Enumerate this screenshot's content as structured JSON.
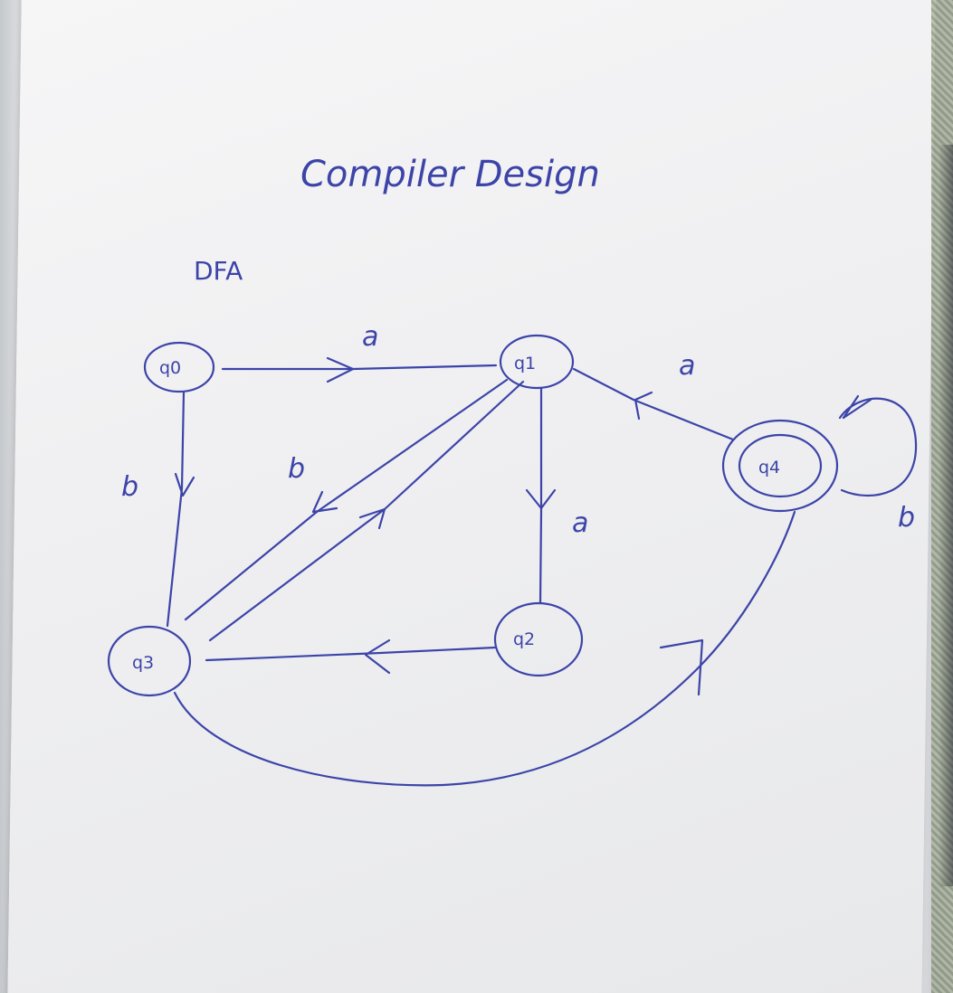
{
  "title": "Compiler Design",
  "heading": "DFA",
  "diagram": {
    "states": [
      {
        "id": "q0",
        "label": "q0",
        "start": true,
        "accepting": false
      },
      {
        "id": "q1",
        "label": "q1",
        "start": false,
        "accepting": false
      },
      {
        "id": "q2",
        "label": "q2",
        "start": false,
        "accepting": false
      },
      {
        "id": "q3",
        "label": "q3",
        "start": false,
        "accepting": false
      },
      {
        "id": "q4",
        "label": "q4",
        "start": false,
        "accepting": true
      }
    ],
    "transitions": [
      {
        "from": "q0",
        "to": "q1",
        "symbol": "a"
      },
      {
        "from": "q0",
        "to": "q3",
        "symbol": "b"
      },
      {
        "from": "q1",
        "to": "q3",
        "symbol": "b"
      },
      {
        "from": "q3",
        "to": "q1",
        "symbol": ""
      },
      {
        "from": "q1",
        "to": "q2",
        "symbol": "a"
      },
      {
        "from": "q4",
        "to": "q1",
        "symbol": "a"
      },
      {
        "from": "q4",
        "to": "q4",
        "symbol": "b"
      },
      {
        "from": "q2",
        "to": "q3",
        "symbol": ""
      },
      {
        "from": "q3",
        "to": "q4",
        "symbol": ""
      }
    ]
  },
  "ink_color": "#3c44a8"
}
